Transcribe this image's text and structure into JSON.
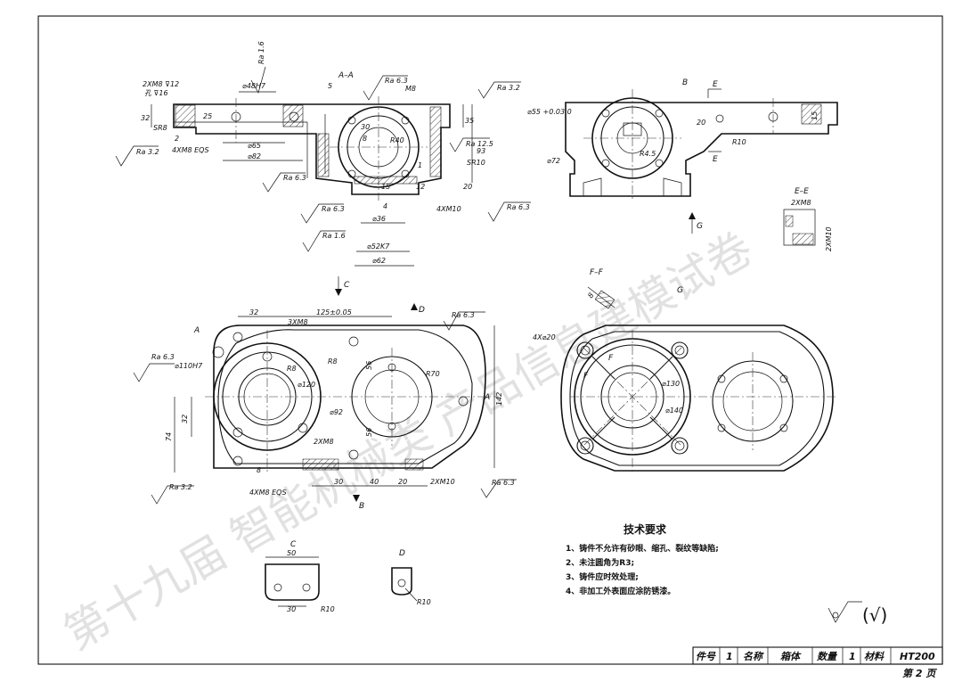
{
  "watermark": "第十九届 智能机械类 产品信息建模试卷",
  "views": {
    "section_aa": "A–A",
    "view_b": "B",
    "view_c": "C",
    "view_d": "D",
    "section_ee": "E–E",
    "section_ff": "F–F",
    "view_g": "G",
    "cut_letters": [
      "A",
      "B",
      "C",
      "D",
      "E",
      "F",
      "G"
    ]
  },
  "dimensions": {
    "top_left": [
      "2XM8 ⊽12",
      "孔 ⊽16",
      "32",
      "SR8",
      "25",
      "2",
      "4XM8 EQS",
      "⌀48H7",
      "⌀65",
      "⌀82",
      "5",
      "M8",
      "35",
      "93",
      "30",
      "8",
      "R40",
      "1",
      "15",
      "4",
      "12",
      "20",
      "SR10",
      "4XM10",
      "⌀36",
      "⌀52K7",
      "⌀62"
    ],
    "top_right": [
      "⌀55 +0.03 0",
      "20",
      "R4.5",
      "⌀72",
      "R10",
      "15",
      "2XM8",
      "2XM10"
    ],
    "front": [
      "32",
      "125±0.05",
      "3XM8",
      "R8",
      "R8",
      "⌀110H7",
      "⌀120",
      "56",
      "R70",
      "⌀92",
      "56",
      "142",
      "32",
      "74",
      "2XM8",
      "8",
      "4XM8 EQS",
      "30",
      "40",
      "20",
      "2XM10"
    ],
    "right": [
      "4X⌀20",
      "⌀130",
      "⌀140",
      "8"
    ],
    "small_c": [
      "50",
      "30",
      "R10"
    ],
    "small_d": [
      "R10"
    ]
  },
  "roughness": {
    "ra16": "Ra 1.6",
    "ra32": "Ra 3.2",
    "ra63": "Ra 6.3",
    "ra125": "Ra 12.5"
  },
  "tech_requirements": {
    "title": "技术要求",
    "items": [
      "1、铸件不允许有砂眼、缩孔、裂纹等缺陷;",
      "2、未注圆角为R3;",
      "3、铸件应时效处理;",
      "4、非加工外表面应涂防锈漆。"
    ]
  },
  "general_roughness": "(√)",
  "title_block": {
    "part_no_label": "件号",
    "part_no": "1",
    "name_label": "名称",
    "name": "箱体",
    "qty_label": "数量",
    "qty": "1",
    "material_label": "材料",
    "material": "HT200",
    "page": "第 2 页"
  }
}
